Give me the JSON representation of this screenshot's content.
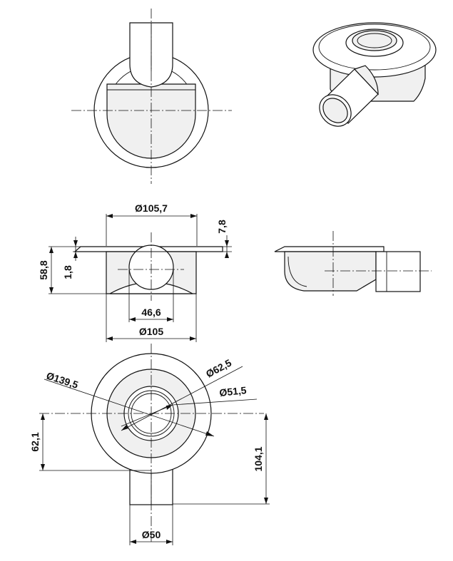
{
  "dimensions": {
    "top_width": "Ø105,7",
    "flange_thickness": "7,8",
    "overall_height": "58,8",
    "lip_height": "1,8",
    "outlet_offset": "46,6",
    "body_width": "Ø105",
    "flange_diameter": "Ø139,5",
    "inner_ring_diameter": "Ø62,5",
    "grate_diameter": "Ø51,5",
    "center_to_flange": "62,1",
    "center_to_outlet_end": "104,1",
    "outlet_diameter": "Ø50"
  }
}
